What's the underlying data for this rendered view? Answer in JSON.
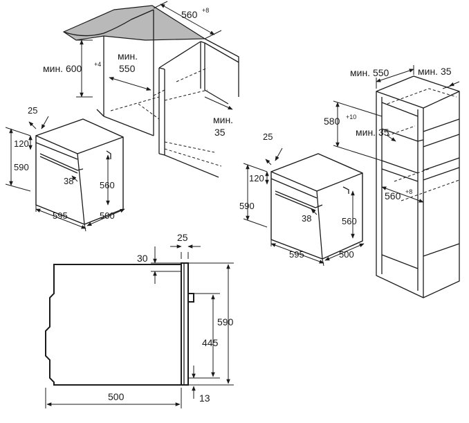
{
  "colors": {
    "line": "#1a1a1a",
    "countertop": "#b9b9b9",
    "background": "#ffffff"
  },
  "under_counter": {
    "width_label": "560",
    "width_tol": "+8",
    "height_label": "мин. 600",
    "height_tol": "+4",
    "depth_label_1": "мин.",
    "depth_label_2": "550",
    "rear_label_1": "мин.",
    "rear_label_2": "35"
  },
  "oven_left": {
    "d25": "25",
    "d120": "120",
    "d590": "590",
    "d38": "38",
    "d560": "560",
    "d595": "595",
    "d500": "500"
  },
  "tall_cabinet": {
    "depth_label": "мин. 550",
    "rear_label": "мин. 35",
    "height_label": "580",
    "height_tol": "+10",
    "inner_rear_label": "мин. 35",
    "width_label": "560",
    "width_tol": "+8"
  },
  "oven_right": {
    "d25": "25",
    "d120": "120",
    "d590": "590",
    "d38": "38",
    "d560": "560",
    "d595": "595",
    "d500": "500"
  },
  "side_view": {
    "d25": "25",
    "d30": "30",
    "d590": "590",
    "d445": "445",
    "d500": "500",
    "d13": "13"
  }
}
